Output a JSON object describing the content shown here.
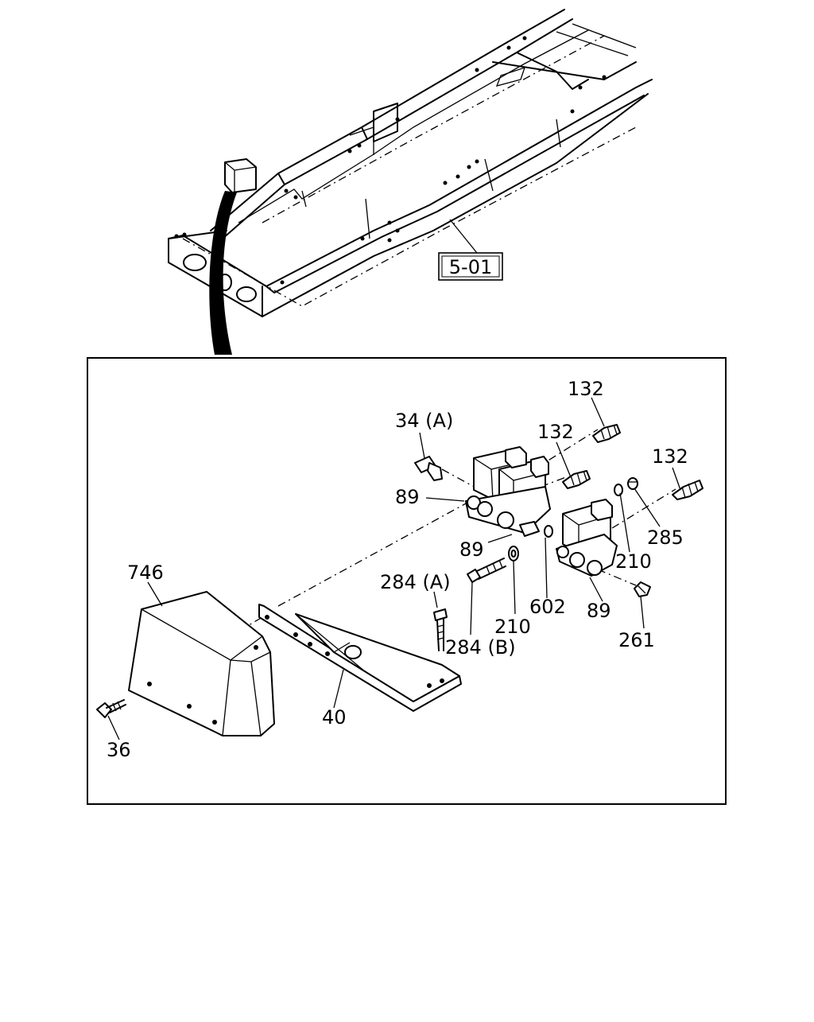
{
  "diagram": {
    "reference_tag": "5-01",
    "part_labels": [
      {
        "id": "p132a",
        "text": "132"
      },
      {
        "id": "p132b",
        "text": "132"
      },
      {
        "id": "p132c",
        "text": "132"
      },
      {
        "id": "p34a",
        "text": "34 (A)"
      },
      {
        "id": "p89a",
        "text": "89"
      },
      {
        "id": "p89b",
        "text": "89"
      },
      {
        "id": "p89c",
        "text": "89"
      },
      {
        "id": "p285",
        "text": "285"
      },
      {
        "id": "p210a",
        "text": "210"
      },
      {
        "id": "p210b",
        "text": "210"
      },
      {
        "id": "p746",
        "text": "746"
      },
      {
        "id": "p284a",
        "text": "284 (A)"
      },
      {
        "id": "p284b",
        "text": "284 (B)"
      },
      {
        "id": "p602",
        "text": "602"
      },
      {
        "id": "p261",
        "text": "261"
      },
      {
        "id": "p40",
        "text": "40"
      },
      {
        "id": "p36",
        "text": "36"
      }
    ]
  }
}
